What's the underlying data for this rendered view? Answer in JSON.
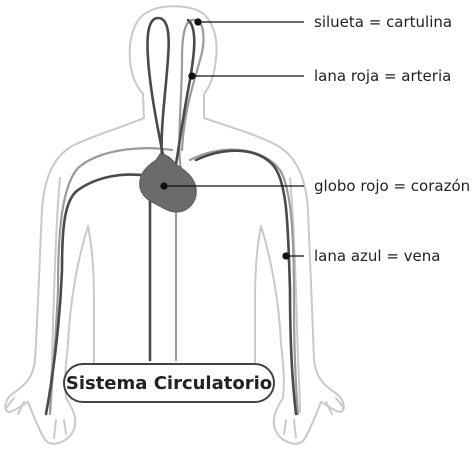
{
  "labels": {
    "silhouette": "silueta = cartulina",
    "artery": "lana roja = arteria",
    "heart": "globo rojo = corazón",
    "vein": "lana azul = vena"
  },
  "title": "Sistema Circulatorio",
  "colors": {
    "silhouette": "#c9c9c9",
    "artery": "#4a4a4a",
    "vein": "#9a9a9a",
    "heart": "#6b6b6b",
    "leader": "#111111",
    "text": "#222222"
  }
}
